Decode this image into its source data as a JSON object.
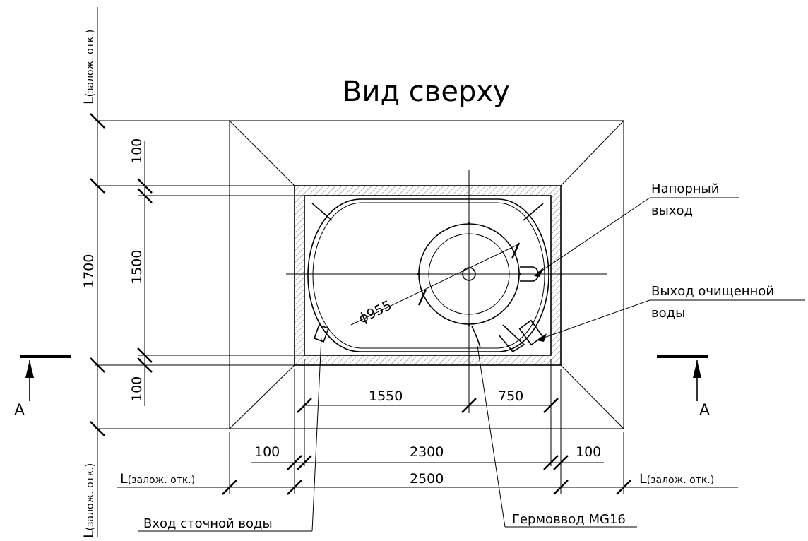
{
  "title": "Вид сверху",
  "dimensions": {
    "d100_top": "100",
    "d1500": "1500",
    "d1700": "1700",
    "d100_bottom": "100",
    "d1550": "1550",
    "d750": "750",
    "d100_left": "100",
    "d2300": "2300",
    "d100_right": "100",
    "d2500": "2500",
    "diameter": "ϕ955"
  },
  "laying_slope": {
    "prefix": "L",
    "text": "(залож. отк.)"
  },
  "callouts": {
    "pressure_outlet": [
      "Напорный",
      "выход"
    ],
    "clean_water_outlet": [
      "Выход очищенной",
      "воды"
    ],
    "wastewater_inlet": "Вход сточной воды",
    "cable_gland": "Гермоввод MG16"
  },
  "section": {
    "label": "A"
  }
}
